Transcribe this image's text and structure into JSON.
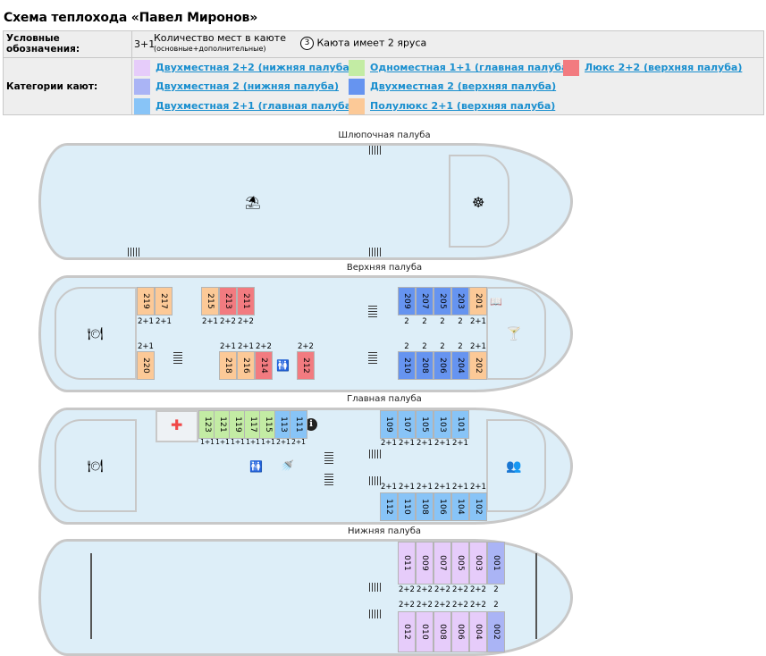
{
  "title": "Схема теплохода «Павел Миронов»",
  "legend": {
    "symbols_header": "Условные обозначения:",
    "places_sample": "3+1",
    "places_text": "Количество мест в каюте",
    "places_sub": "(основные+дополнительные)",
    "tier_sample": "3",
    "tier_text": "Каюта имеет 2 яруса",
    "categories_header": "Категории кают:",
    "categories": [
      {
        "label": "Двухместная 2+2 (нижняя палуба)",
        "color": "#e6ccfa"
      },
      {
        "label": "Двухместная 2 (нижняя палуба)",
        "color": "#aab4f5"
      },
      {
        "label": "Двухместная 2+1 (главная палуба)",
        "color": "#88c4f7"
      },
      {
        "label": "Одноместная 1+1 (главная палуба)",
        "color": "#c3eca4"
      },
      {
        "label": "Двухместная 2 (верхняя палуба)",
        "color": "#6694f0"
      },
      {
        "label": "Полулюкс 2+1 (верхняя палуба)",
        "color": "#fcc997"
      },
      {
        "label": "Люкс 2+2 (верхняя палуба)",
        "color": "#f27b80"
      }
    ]
  },
  "decks": {
    "boat": "Шлюпочная палуба",
    "upper": "Верхняя палуба",
    "main": "Главная палуба",
    "lower": "Нижняя палуба"
  },
  "icons": {
    "umbrella": "⛱",
    "helm": "☸",
    "dining": "🍽",
    "cocktail": "🍸",
    "book": "📖",
    "toilet": "🚻",
    "info": "ℹ",
    "shower": "🚿",
    "medical": "✚",
    "conference": "👥"
  },
  "cabins": {
    "upper_top": [
      {
        "n": "219",
        "cap": "2+1"
      },
      {
        "n": "217",
        "cap": "2+1"
      },
      {
        "n": "215",
        "cap": "2+1"
      },
      {
        "n": "213",
        "cap": "2+2"
      },
      {
        "n": "211",
        "cap": "2+2"
      },
      {
        "n": "209",
        "cap": "2"
      },
      {
        "n": "207",
        "cap": "2"
      },
      {
        "n": "205",
        "cap": "2"
      },
      {
        "n": "203",
        "cap": "2"
      },
      {
        "n": "201",
        "cap": "2+1"
      }
    ],
    "upper_bottom": [
      {
        "n": "220",
        "cap": "2+1"
      },
      {
        "n": "218",
        "cap": "2+1"
      },
      {
        "n": "216",
        "cap": "2+1"
      },
      {
        "n": "214",
        "cap": "2+2"
      },
      {
        "n": "212",
        "cap": "2+2"
      },
      {
        "n": "210",
        "cap": "2"
      },
      {
        "n": "208",
        "cap": "2"
      },
      {
        "n": "206",
        "cap": "2"
      },
      {
        "n": "204",
        "cap": "2"
      },
      {
        "n": "202",
        "cap": "2+1"
      }
    ],
    "main_top": [
      {
        "n": "123",
        "cap": "1+1"
      },
      {
        "n": "121",
        "cap": "1+1"
      },
      {
        "n": "119",
        "cap": "1+1"
      },
      {
        "n": "117",
        "cap": "1+1"
      },
      {
        "n": "115",
        "cap": "1+1"
      },
      {
        "n": "113",
        "cap": "2+1"
      },
      {
        "n": "111",
        "cap": "2+1"
      },
      {
        "n": "109",
        "cap": "2+1"
      },
      {
        "n": "107",
        "cap": "2+1"
      },
      {
        "n": "105",
        "cap": "2+1"
      },
      {
        "n": "103",
        "cap": "2+1"
      },
      {
        "n": "101",
        "cap": "2+1"
      }
    ],
    "main_bottom": [
      {
        "n": "112",
        "cap": "2+1"
      },
      {
        "n": "110",
        "cap": "2+1"
      },
      {
        "n": "108",
        "cap": "2+1"
      },
      {
        "n": "106",
        "cap": "2+1"
      },
      {
        "n": "104",
        "cap": "2+1"
      },
      {
        "n": "102",
        "cap": "2+1"
      }
    ],
    "lower_top": [
      {
        "n": "011",
        "cap": "2+2"
      },
      {
        "n": "009",
        "cap": "2+2"
      },
      {
        "n": "007",
        "cap": "2+2"
      },
      {
        "n": "005",
        "cap": "2+2"
      },
      {
        "n": "003",
        "cap": "2+2"
      },
      {
        "n": "001",
        "cap": "2"
      }
    ],
    "lower_bottom": [
      {
        "n": "012",
        "cap": "2+2"
      },
      {
        "n": "010",
        "cap": "2+2"
      },
      {
        "n": "008",
        "cap": "2+2"
      },
      {
        "n": "006",
        "cap": "2+2"
      },
      {
        "n": "004",
        "cap": "2+2"
      },
      {
        "n": "002",
        "cap": "2"
      }
    ]
  }
}
